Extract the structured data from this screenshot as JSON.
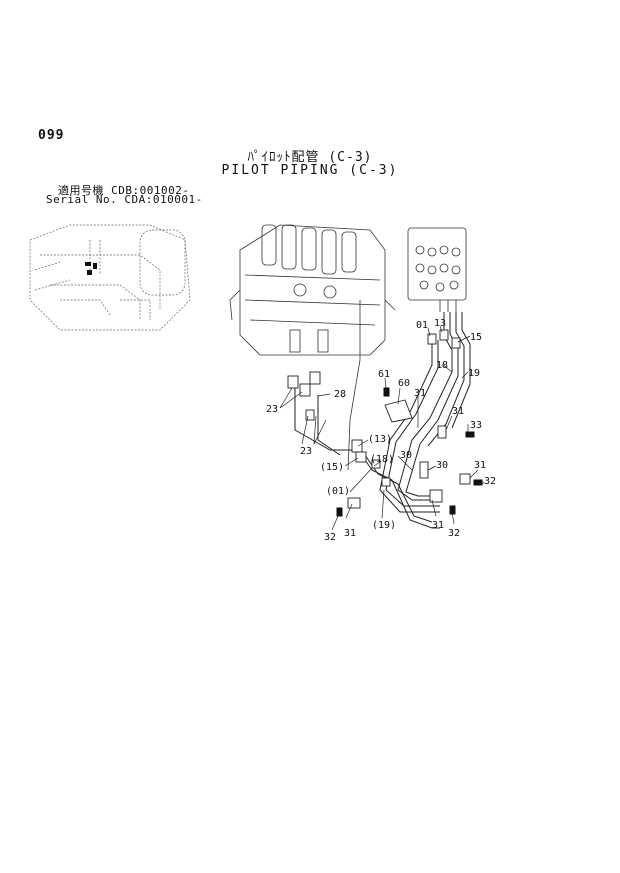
{
  "page_number": "099",
  "title_jp": "ﾊﾟｲﾛｯﾄ配管 (C-3)",
  "title_en": "PILOT PIPING (C-3)",
  "serial_line1": "適用号機 CDB:001002-",
  "serial_line2": "Serial No. CDA:010001-",
  "callouts": {
    "c01": "01",
    "c13": "13",
    "c15": "15",
    "c18": "18",
    "c19": "19",
    "c61": "61",
    "c60": "60",
    "c31a": "31",
    "c31b": "31",
    "c33": "33",
    "c23a": "23",
    "c28": "28",
    "c23b": "23",
    "c13p": "(13)",
    "c18p": "(18)",
    "c30a": "30",
    "c30b": "30",
    "c15p": "(15)",
    "c31c": "31",
    "c32a": "32",
    "c01p": "(01)",
    "c32b": "32",
    "c31d": "31",
    "c19p": "(19)",
    "c31e": "31",
    "c32c": "32"
  }
}
